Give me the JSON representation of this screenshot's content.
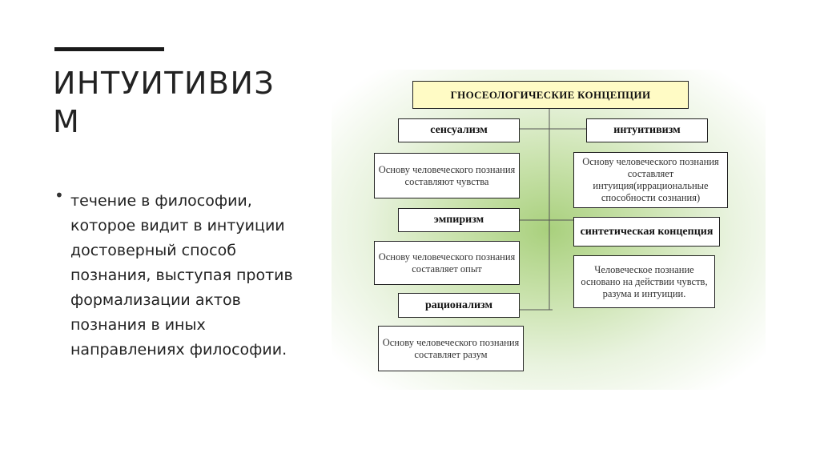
{
  "slide": {
    "title": "ИНТУИТИВИЗМ",
    "bullet_text": "течение в философии, которое видит в интуиции достоверный способ познания, выступая против формализации актов познания в иных направлениях философии.",
    "bullet_symbol": "•"
  },
  "diagram": {
    "header": "ГНОСЕОЛОГИЧЕСКИЕ КОНЦЕПЦИИ",
    "left": [
      {
        "concept": "сенсуализм",
        "description": "Основу человеческого познания составляют чувства"
      },
      {
        "concept": "эмпиризм",
        "description": "Основу человеческого познания составляет опыт"
      },
      {
        "concept": "рационализм",
        "description": "Основу человеческого познания составляет разум"
      }
    ],
    "right": [
      {
        "concept": "интуитивизм",
        "description": "Основу человеческого познания составляет интуиция(иррациональные способности сознания)"
      },
      {
        "concept": "синтетическая концепция",
        "description": "Человеческое познание основано на действии чувств, разума и интуиции."
      }
    ]
  }
}
